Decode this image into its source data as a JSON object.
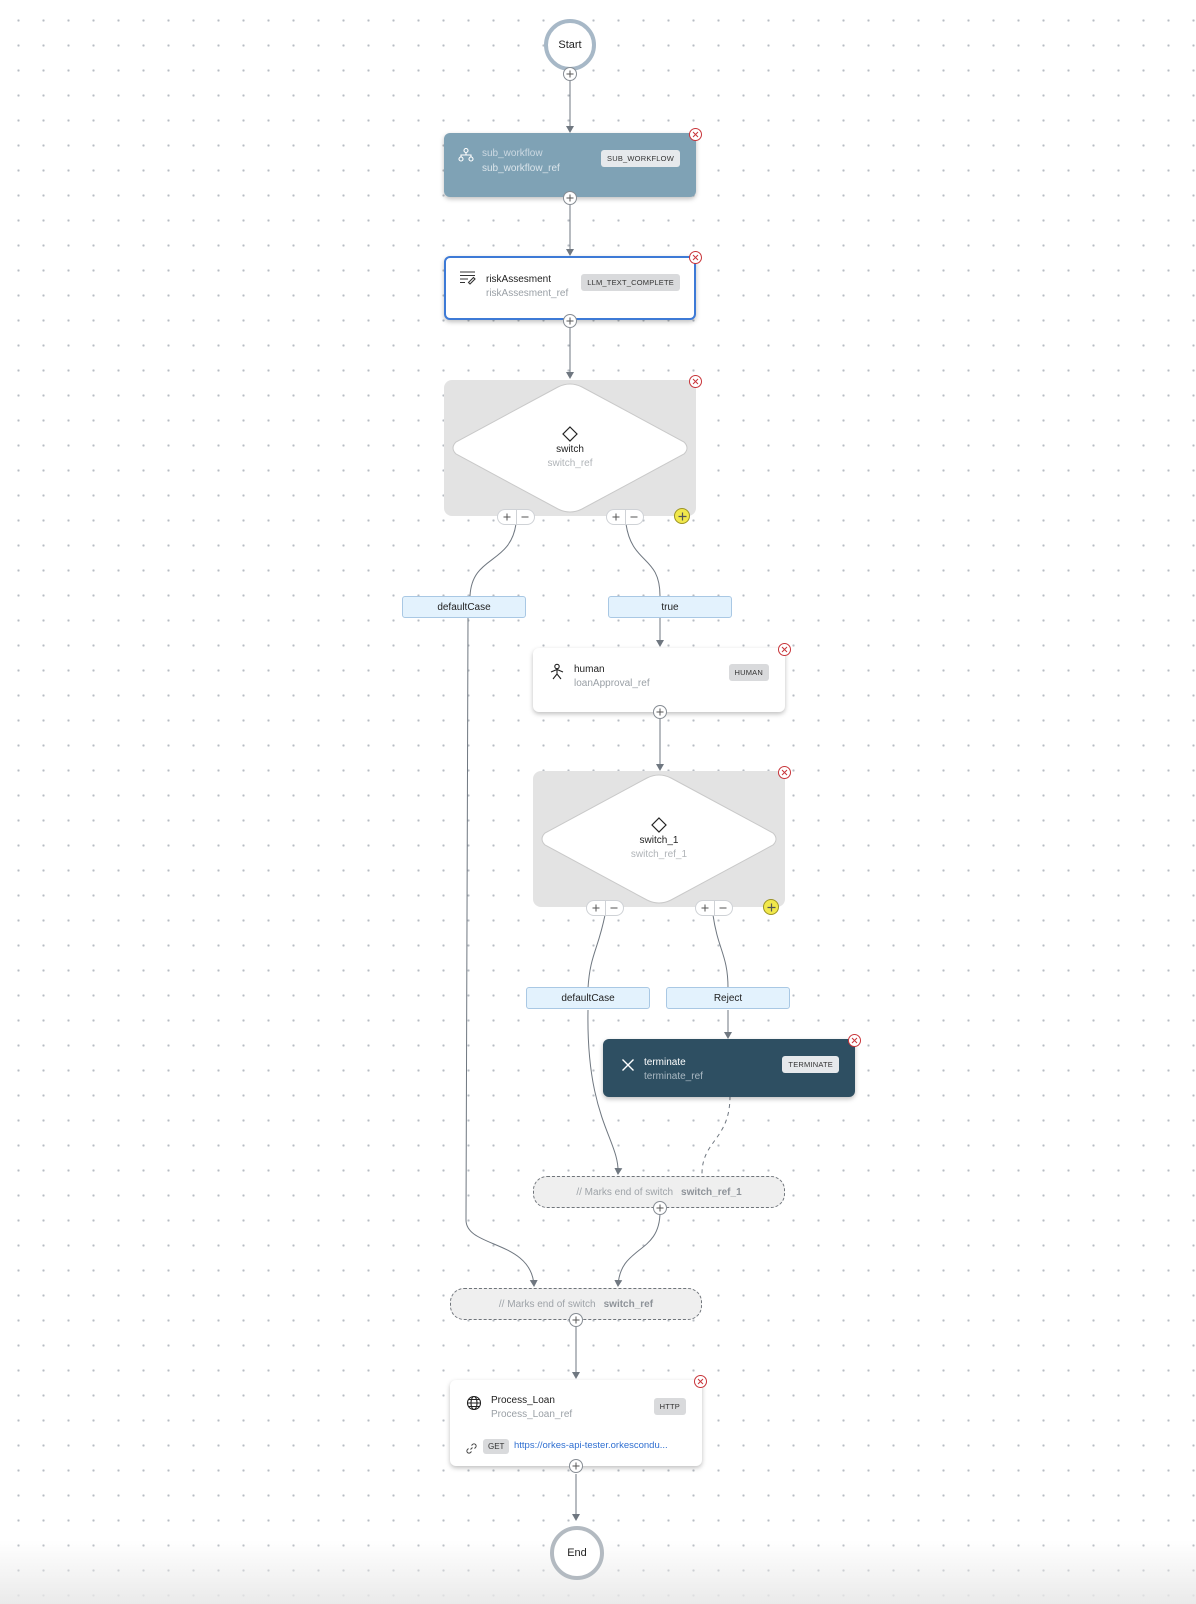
{
  "workflow": {
    "start": {
      "label": "Start"
    },
    "end": {
      "label": "End"
    },
    "sub_workflow": {
      "name": "sub_workflow",
      "ref": "sub_workflow_ref",
      "type": "SUB_WORKFLOW",
      "color": "#7fa2b5"
    },
    "risk": {
      "name": "riskAssesment",
      "ref": "riskAssesment_ref",
      "type": "LLM_TEXT_COMPLETE",
      "border_color": "#3d7ad6"
    },
    "switch": {
      "name": "switch",
      "ref": "switch_ref"
    },
    "cases1": {
      "default": "defaultCase",
      "true": "true"
    },
    "human": {
      "name": "human",
      "ref": "loanApproval_ref",
      "type": "HUMAN"
    },
    "switch_1": {
      "name": "switch_1",
      "ref": "switch_ref_1"
    },
    "cases2": {
      "default": "defaultCase",
      "reject": "Reject"
    },
    "terminate": {
      "name": "terminate",
      "ref": "terminate_ref",
      "type": "TERMINATE",
      "color": "#2e4f62"
    },
    "end_switch_1": {
      "prefix": "// Marks end of switch",
      "ref": "switch_ref_1"
    },
    "end_switch": {
      "prefix": "// Marks end of switch",
      "ref": "switch_ref"
    },
    "process_loan": {
      "name": "Process_Loan",
      "ref": "Process_Loan_ref",
      "type": "HTTP",
      "method": "GET",
      "url": "https://orkes-api-tester.orkescondu..."
    }
  },
  "colors": {
    "edge": "#6f7780",
    "close": "#c8353a",
    "yellow_add": "#f1e84b",
    "case_bg": "#e3f2fd"
  },
  "icons": [
    "plus-icon",
    "minus-icon",
    "close-icon",
    "sub-workflow-icon",
    "llm-text-icon",
    "diamond-icon",
    "human-icon",
    "x-icon",
    "globe-icon",
    "link-icon"
  ]
}
